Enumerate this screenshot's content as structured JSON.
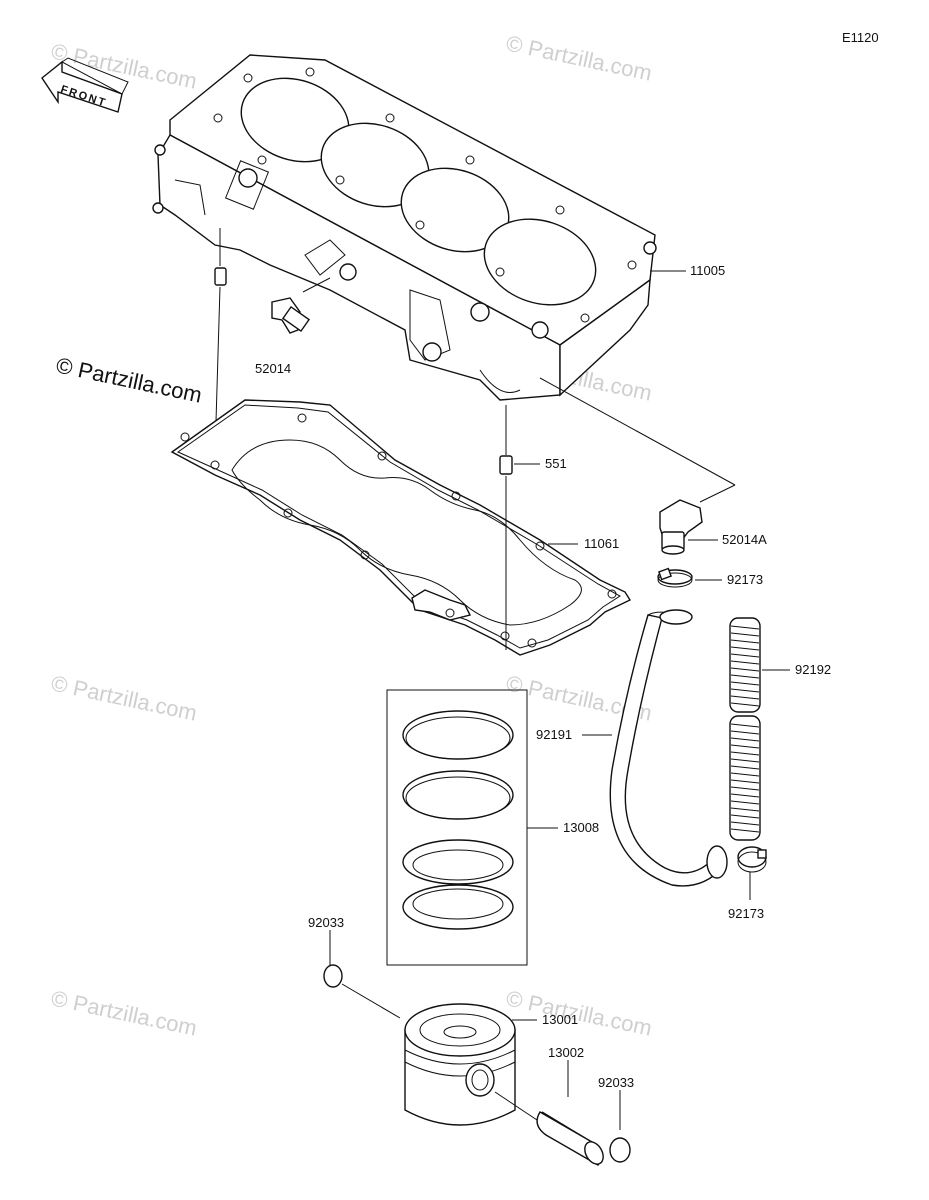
{
  "diagram_code": "E1120",
  "front_label": "FRONT",
  "watermark_main": "© Partzilla.com",
  "watermark_faint": "© Partzilla.com",
  "parts": {
    "cylinder": "11005",
    "fitting_left": "52014",
    "dowel": "551",
    "gasket": "11061",
    "fitting_right": "52014A",
    "clamp_top": "92173",
    "protector": "92192",
    "hose": "92191",
    "ring_set": "13008",
    "clamp_bottom": "92173",
    "circlip_left": "92033",
    "piston": "13001",
    "pin": "13002",
    "circlip_right": "92033"
  }
}
